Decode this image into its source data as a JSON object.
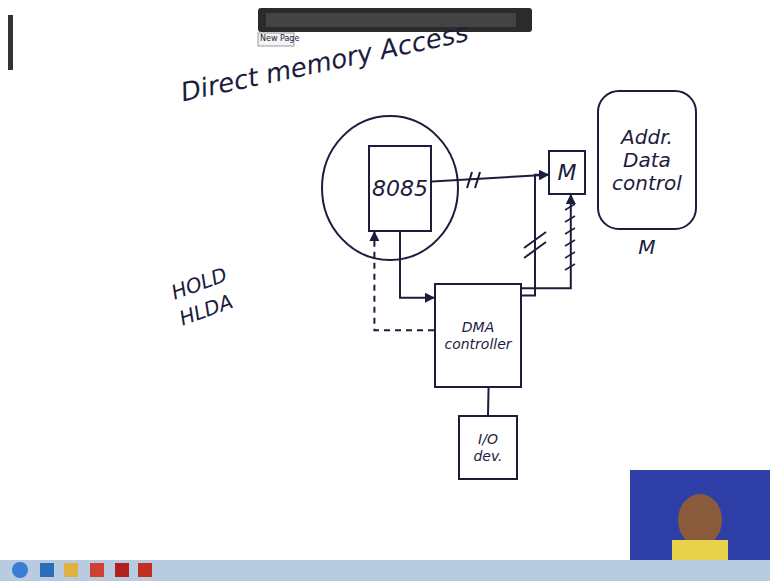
{
  "diagram": {
    "title": "Direct memory Access",
    "nodes": [
      {
        "text": [
          "8085"
        ]
      },
      {
        "text": [
          "M"
        ]
      },
      {
        "text": [
          "Addr. Data control",
          "M"
        ]
      },
      {
        "text": [
          "DMA controller"
        ]
      },
      {
        "text": [
          "I/O dev."
        ]
      }
    ],
    "edges": [
      {
        "from": 0,
        "to": 1,
        "arrow": "to"
      },
      {
        "from": 0,
        "to": 3,
        "arrow": "to"
      },
      {
        "from": 3,
        "to": 0,
        "arrow": "to"
      },
      {
        "from": 3,
        "to": 1,
        "arrow": "to"
      },
      {
        "from": 3,
        "to": 1,
        "arrow": "to"
      },
      {
        "from": 3,
        "to": 4,
        "arrow": "none"
      }
    ],
    "labels": [
      "HOLD",
      "HLDA",
      "New Page"
    ]
  }
}
